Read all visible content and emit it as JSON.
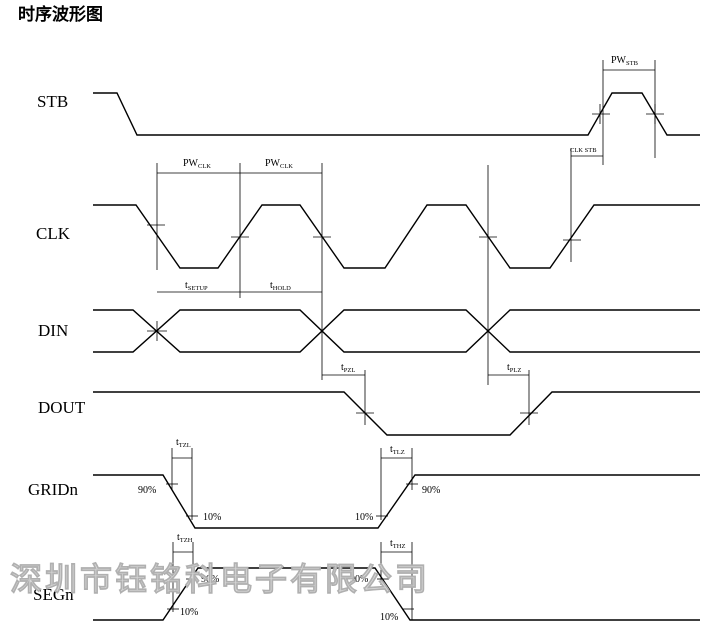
{
  "title": "时序波形图",
  "signals": {
    "stb": "STB",
    "clk": "CLK",
    "din": "DIN",
    "dout": "DOUT",
    "grid": "GRIDn",
    "seg": "SEGn"
  },
  "annotations": {
    "pw_stb": {
      "main": "PW",
      "sub": "STB"
    },
    "pw_clk_1": {
      "main": "PW",
      "sub": "CLK"
    },
    "pw_clk_2": {
      "main": "PW",
      "sub": "CLK"
    },
    "clk_stb": {
      "main": "CLK STB",
      "sub": ""
    },
    "t_setup": {
      "main": "t",
      "sub": "SETUP"
    },
    "t_hold": {
      "main": "t",
      "sub": "HOLD"
    },
    "t_pzl": {
      "main": "t",
      "sub": "PZL"
    },
    "t_plz": {
      "main": "t",
      "sub": "PLZ"
    },
    "t_tzl": {
      "main": "t",
      "sub": "TZL"
    },
    "t_tlz": {
      "main": "t",
      "sub": "TLZ"
    },
    "t_tzh": {
      "main": "t",
      "sub": "TZH"
    },
    "t_thz": {
      "main": "t",
      "sub": "THZ"
    }
  },
  "percent_labels": {
    "grid_90_left": "90%",
    "grid_10_left": "10%",
    "grid_10_right": "10%",
    "grid_90_right": "90%",
    "seg_90_left": "90%",
    "seg_10_left": "10%",
    "seg_90_right": "90%",
    "seg_10_right": "10%"
  },
  "watermark": "深圳市钰铭科电子有限公司"
}
